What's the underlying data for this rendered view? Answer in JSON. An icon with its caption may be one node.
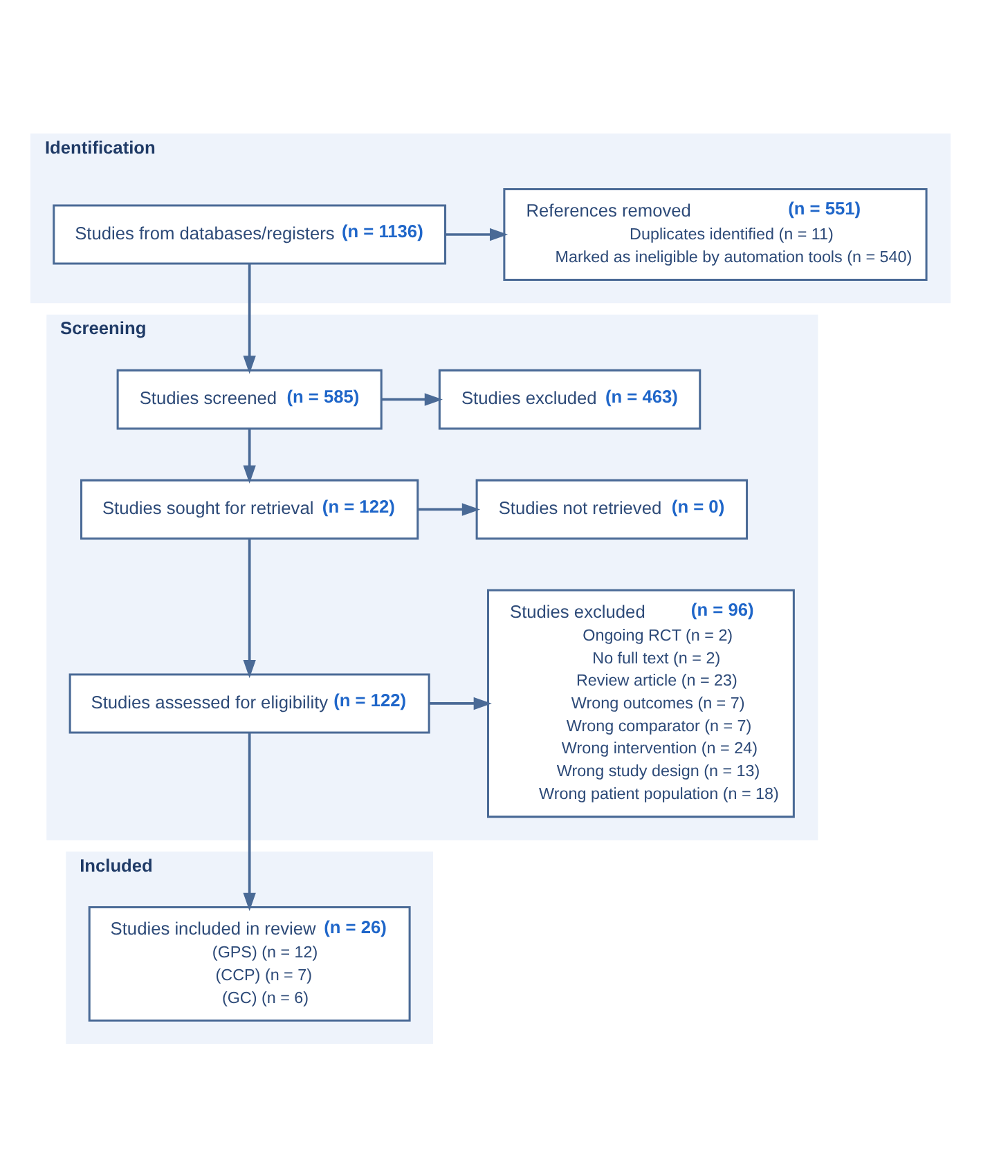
{
  "diagram": {
    "nodes": [
      {
        "text": [
          "Identification"
        ]
      },
      {
        "text": [
          "Studies from databases/registers **(n = 1136)**"
        ],
        "in": 0
      },
      {
        "text": [
          "References removed **(n = 551)**",
          "Duplicates identified (n = 11)",
          "Marked as ineligible by automation tools (n = 540)"
        ],
        "in": 0
      },
      {
        "text": [
          "Screening"
        ]
      },
      {
        "text": [
          "Studies screened **(n = 585)**"
        ],
        "in": 3
      },
      {
        "text": [
          "Studies excluded **(n = 463)**"
        ],
        "in": 3
      },
      {
        "text": [
          "Studies sought for retrieval **(n = 122)**"
        ],
        "in": 3
      },
      {
        "text": [
          "Studies not retrieved **(n = 0)**"
        ],
        "in": 3
      },
      {
        "text": [
          "Studies assessed for eligibility **(n = 122)**"
        ],
        "in": 3
      },
      {
        "text": [
          "Studies excluded **(n = 96)**",
          "Ongoing RCT (n = 2)",
          "No full text (n = 2)",
          "Review article (n = 23)",
          "Wrong outcomes (n = 7)",
          "Wrong comparator (n = 7)",
          "Wrong intervention (n = 24)",
          "Wrong study design (n = 13)",
          "Wrong patient population (n = 18)"
        ],
        "in": 3
      },
      {
        "text": [
          "Included"
        ]
      },
      {
        "text": [
          "Studies included in review **(n = 26)**",
          "(GPS) (n = 12)",
          "(CCP) (n = 7)",
          "(GC) (n = 6)"
        ],
        "in": 10
      }
    ],
    "edges": [
      {
        "from": 1,
        "to": 2,
        "arrow": "to"
      },
      {
        "from": 1,
        "to": 4,
        "arrow": "to"
      },
      {
        "from": 4,
        "to": 5,
        "arrow": "to"
      },
      {
        "from": 4,
        "to": 6,
        "arrow": "to"
      },
      {
        "from": 6,
        "to": 7,
        "arrow": "to"
      },
      {
        "from": 6,
        "to": 8,
        "arrow": "to"
      },
      {
        "from": 8,
        "to": 9,
        "arrow": "to"
      },
      {
        "from": 8,
        "to": 11,
        "arrow": "to"
      }
    ]
  }
}
